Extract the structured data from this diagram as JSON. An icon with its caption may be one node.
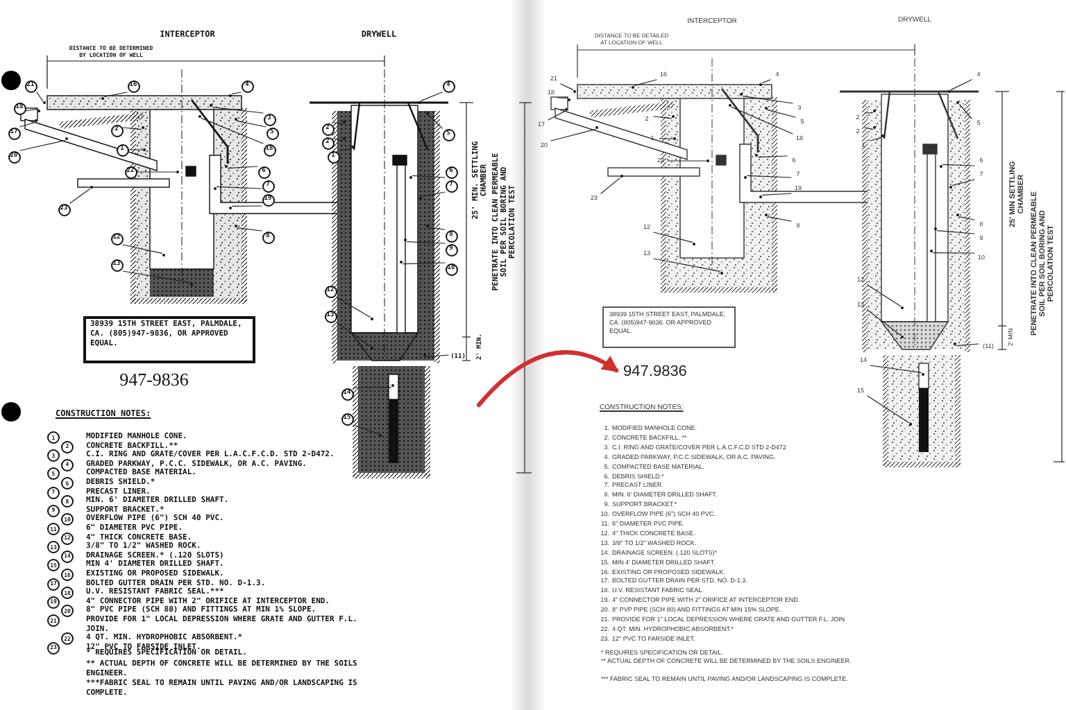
{
  "diagram": {
    "nodes": [
      {
        "text": [
          "21"
        ]
      },
      {
        "text": [
          "18"
        ]
      },
      {
        "text": [
          "17"
        ]
      },
      {
        "text": [
          "16"
        ]
      },
      {
        "text": [
          "4"
        ]
      },
      {
        "text": [
          "20"
        ]
      },
      {
        "text": [
          "2"
        ]
      },
      {
        "text": [
          "1"
        ]
      },
      {
        "text": [
          "3"
        ]
      },
      {
        "text": [
          "5"
        ]
      },
      {
        "text": [
          "18"
        ]
      },
      {
        "text": [
          "22"
        ]
      },
      {
        "text": [
          "6"
        ]
      },
      {
        "text": [
          "7"
        ]
      },
      {
        "text": [
          "19"
        ]
      },
      {
        "text": [
          "8"
        ]
      },
      {
        "text": [
          "12"
        ]
      },
      {
        "text": [
          "13"
        ]
      },
      {
        "text": [
          "23"
        ]
      },
      {
        "text": [
          "4"
        ]
      },
      {
        "text": [
          "2"
        ]
      },
      {
        "text": [
          "2"
        ]
      },
      {
        "text": [
          "1"
        ]
      },
      {
        "text": [
          "5"
        ]
      },
      {
        "text": [
          "6"
        ]
      },
      {
        "text": [
          "7"
        ]
      },
      {
        "text": [
          "8"
        ]
      },
      {
        "text": [
          "9"
        ]
      },
      {
        "text": [
          "10"
        ]
      },
      {
        "text": [
          "12"
        ]
      },
      {
        "text": [
          "13"
        ]
      },
      {
        "text": [
          "(11)"
        ]
      },
      {
        "text": [
          "14"
        ]
      },
      {
        "text": [
          "15"
        ]
      },
      {
        "text": [
          "38939 15TH STREET EAST, PALMDALE, CA. (805)947-9836, OR APPROVED EQUAL."
        ]
      },
      {
        "text": [
          "947-9836"
        ]
      },
      {
        "text": [
          "21"
        ]
      },
      {
        "text": [
          "18"
        ]
      },
      {
        "text": [
          "17"
        ]
      },
      {
        "text": [
          "16"
        ]
      },
      {
        "text": [
          "4"
        ]
      },
      {
        "text": [
          "20"
        ]
      },
      {
        "text": [
          "2"
        ]
      },
      {
        "text": [
          "1"
        ]
      },
      {
        "text": [
          "3"
        ]
      },
      {
        "text": [
          "5"
        ]
      },
      {
        "text": [
          "18"
        ]
      },
      {
        "text": [
          "22"
        ]
      },
      {
        "text": [
          "6"
        ]
      },
      {
        "text": [
          "7"
        ]
      },
      {
        "text": [
          "19"
        ]
      },
      {
        "text": [
          "8"
        ]
      },
      {
        "text": [
          "12"
        ]
      },
      {
        "text": [
          "13"
        ]
      },
      {
        "text": [
          "23"
        ]
      },
      {
        "text": [
          "4"
        ]
      },
      {
        "text": [
          "2"
        ]
      },
      {
        "text": [
          "2"
        ]
      },
      {
        "text": [
          "1"
        ]
      },
      {
        "text": [
          "5"
        ]
      },
      {
        "text": [
          "6"
        ]
      },
      {
        "text": [
          "7"
        ]
      },
      {
        "text": [
          "8"
        ]
      },
      {
        "text": [
          "9"
        ]
      },
      {
        "text": [
          "10"
        ]
      },
      {
        "text": [
          "12"
        ]
      },
      {
        "text": [
          "13"
        ]
      },
      {
        "text": [
          "(11)"
        ]
      },
      {
        "text": [
          "14"
        ]
      },
      {
        "text": [
          "15"
        ]
      },
      {
        "text": [
          "38939 15TH STREET EAST, PALMDALE, CA. (805)947-9836. OR APPROVED EQUAL."
        ]
      },
      {
        "text": [
          "947.9836"
        ]
      },
      {
        "text": [],
        "shape": "circle"
      },
      {
        "text": [],
        "shape": "circle"
      },
      {
        "text": [],
        "shape": "circle"
      },
      {
        "text": [],
        "shape": "circle"
      },
      {
        "text": [],
        "shape": "circle"
      },
      {
        "text": [],
        "shape": "circle"
      },
      {
        "text": [],
        "shape": "circle"
      },
      {
        "text": [],
        "shape": "circle"
      },
      {
        "text": [],
        "shape": "circle"
      },
      {
        "text": [],
        "shape": "circle"
      },
      {
        "text": [],
        "shape": "circle"
      },
      {
        "text": [],
        "shape": "circle"
      },
      {
        "text": [],
        "shape": "circle"
      },
      {
        "text": [],
        "shape": "circle"
      },
      {
        "text": [],
        "shape": "circle"
      },
      {
        "text": [],
        "shape": "circle"
      },
      {
        "text": [],
        "shape": "circle"
      },
      {
        "text": [],
        "shape": "circle"
      },
      {
        "text": [],
        "shape": "circle"
      },
      {
        "text": [],
        "shape": "circle"
      },
      {
        "text": [],
        "shape": "circle"
      },
      {
        "text": [],
        "shape": "circle"
      },
      {
        "text": [],
        "shape": "circle"
      },
      {
        "text": [],
        "shape": "circle"
      },
      {
        "text": [],
        "shape": "circle"
      },
      {
        "text": [],
        "shape": "circle"
      },
      {
        "text": [],
        "shape": "circle"
      },
      {
        "text": [],
        "shape": "circle"
      },
      {
        "text": [],
        "shape": "circle"
      },
      {
        "text": [],
        "shape": "circle"
      },
      {
        "text": [],
        "shape": "circle"
      },
      {
        "text": [],
        "shape": "circle"
      },
      {
        "text": [],
        "shape": "circle"
      },
      {
        "text": [],
        "shape": "circle"
      },
      {
        "text": [],
        "shape": "circle"
      },
      {
        "text": [],
        "shape": "circle"
      },
      {
        "text": [],
        "shape": "circle"
      },
      {
        "text": [],
        "shape": "circle"
      },
      {
        "text": [],
        "shape": "circle"
      },
      {
        "text": [],
        "shape": "circle"
      },
      {
        "text": [],
        "shape": "circle"
      },
      {
        "text": [],
        "shape": "circle"
      },
      {
        "text": [],
        "shape": "circle"
      },
      {
        "text": [],
        "shape": "circle"
      },
      {
        "text": [],
        "shape": "circle"
      },
      {
        "text": [],
        "shape": "circle"
      },
      {
        "text": [],
        "shape": "circle"
      },
      {
        "text": [],
        "shape": "circle"
      },
      {
        "text": [],
        "shape": "circle"
      },
      {
        "text": [],
        "shape": "circle"
      },
      {
        "text": [],
        "shape": "circle"
      },
      {
        "text": [],
        "shape": "circle"
      },
      {
        "text": [],
        "shape": "circle"
      },
      {
        "text": [],
        "shape": "circle"
      },
      {
        "text": [],
        "shape": "circle"
      },
      {
        "text": [],
        "shape": "circle"
      },
      {
        "text": [],
        "shape": "circle"
      },
      {
        "text": [],
        "shape": "circle"
      },
      {
        "text": [],
        "shape": "circle"
      },
      {
        "text": [],
        "shape": "circle"
      },
      {
        "text": [],
        "shape": "circle"
      },
      {
        "text": [],
        "shape": "circle"
      },
      {
        "text": [],
        "shape": "circle"
      },
      {
        "text": [],
        "shape": "circle"
      },
      {
        "text": [],
        "shape": "circle"
      },
      {
        "text": [],
        "shape": "circle"
      },
      {
        "text": [],
        "shape": "circle"
      },
      {
        "text": [],
        "shape": "circle"
      }
    ],
    "edges": [
      {
        "from": 0,
        "to": 72,
        "arrow": "none"
      },
      {
        "from": 1,
        "to": 73,
        "arrow": "none"
      },
      {
        "from": 2,
        "to": 74,
        "arrow": "none"
      },
      {
        "from": 3,
        "to": 75,
        "arrow": "none"
      },
      {
        "from": 4,
        "to": 76,
        "arrow": "none"
      },
      {
        "from": 5,
        "to": 77,
        "arrow": "none"
      },
      {
        "from": 6,
        "to": 78,
        "arrow": "none"
      },
      {
        "from": 7,
        "to": 79,
        "arrow": "none"
      },
      {
        "from": 8,
        "to": 80,
        "arrow": "none"
      },
      {
        "from": 9,
        "to": 81,
        "arrow": "none"
      },
      {
        "from": 10,
        "to": 82,
        "arrow": "none"
      },
      {
        "from": 11,
        "to": 83,
        "arrow": "none"
      },
      {
        "from": 12,
        "to": 84,
        "arrow": "none"
      },
      {
        "from": 13,
        "to": 85,
        "arrow": "none"
      },
      {
        "from": 14,
        "to": 86,
        "arrow": "none"
      },
      {
        "from": 15,
        "to": 87,
        "arrow": "none"
      },
      {
        "from": 16,
        "to": 88,
        "arrow": "none"
      },
      {
        "from": 17,
        "to": 89,
        "arrow": "none"
      },
      {
        "from": 18,
        "to": 90,
        "arrow": "none"
      },
      {
        "from": 19,
        "to": 91,
        "arrow": "none"
      },
      {
        "from": 20,
        "to": 92,
        "arrow": "none"
      },
      {
        "from": 21,
        "to": 93,
        "arrow": "none"
      },
      {
        "from": 22,
        "to": 94,
        "arrow": "none"
      },
      {
        "from": 23,
        "to": 95,
        "arrow": "none"
      },
      {
        "from": 24,
        "to": 96,
        "arrow": "none"
      },
      {
        "from": 25,
        "to": 97,
        "arrow": "none"
      },
      {
        "from": 26,
        "to": 98,
        "arrow": "none"
      },
      {
        "from": 27,
        "to": 99,
        "arrow": "none"
      },
      {
        "from": 28,
        "to": 100,
        "arrow": "none"
      },
      {
        "from": 29,
        "to": 101,
        "arrow": "none"
      },
      {
        "from": 30,
        "to": 102,
        "arrow": "none"
      },
      {
        "from": 31,
        "to": 103,
        "arrow": "none"
      },
      {
        "from": 32,
        "to": 104,
        "arrow": "none"
      },
      {
        "from": 33,
        "to": 105,
        "arrow": "none"
      },
      {
        "from": 36,
        "to": 106,
        "arrow": "none"
      },
      {
        "from": 37,
        "to": 107,
        "arrow": "none"
      },
      {
        "from": 38,
        "to": 108,
        "arrow": "none"
      },
      {
        "from": 39,
        "to": 109,
        "arrow": "none"
      },
      {
        "from": 40,
        "to": 110,
        "arrow": "none"
      },
      {
        "from": 41,
        "to": 111,
        "arrow": "none"
      },
      {
        "from": 42,
        "to": 112,
        "arrow": "none"
      },
      {
        "from": 43,
        "to": 113,
        "arrow": "none"
      },
      {
        "from": 44,
        "to": 114,
        "arrow": "none"
      },
      {
        "from": 45,
        "to": 115,
        "arrow": "none"
      },
      {
        "from": 46,
        "to": 116,
        "arrow": "none"
      },
      {
        "from": 47,
        "to": 117,
        "arrow": "none"
      },
      {
        "from": 48,
        "to": 118,
        "arrow": "none"
      },
      {
        "from": 49,
        "to": 119,
        "arrow": "none"
      },
      {
        "from": 50,
        "to": 120,
        "arrow": "none"
      },
      {
        "from": 51,
        "to": 121,
        "arrow": "none"
      },
      {
        "from": 52,
        "to": 122,
        "arrow": "none"
      },
      {
        "from": 53,
        "to": 123,
        "arrow": "none"
      },
      {
        "from": 54,
        "to": 124,
        "arrow": "none"
      },
      {
        "from": 55,
        "to": 125,
        "arrow": "none"
      },
      {
        "from": 56,
        "to": 126,
        "arrow": "none"
      },
      {
        "from": 57,
        "to": 127,
        "arrow": "none"
      },
      {
        "from": 58,
        "to": 128,
        "arrow": "none"
      },
      {
        "from": 59,
        "to": 129,
        "arrow": "none"
      },
      {
        "from": 60,
        "to": 130,
        "arrow": "none"
      },
      {
        "from": 61,
        "to": 131,
        "arrow": "none"
      },
      {
        "from": 62,
        "to": 132,
        "arrow": "none"
      },
      {
        "from": 63,
        "to": 133,
        "arrow": "none"
      },
      {
        "from": 64,
        "to": 134,
        "arrow": "none"
      },
      {
        "from": 65,
        "to": 135,
        "arrow": "none"
      },
      {
        "from": 66,
        "to": 136,
        "arrow": "none"
      },
      {
        "from": 67,
        "to": 137,
        "arrow": "none"
      },
      {
        "from": 68,
        "to": 138,
        "arrow": "none"
      },
      {
        "from": 69,
        "to": 139,
        "arrow": "none"
      },
      {
        "from": null,
        "to": 71,
        "arrow": "to",
        "style": "thick",
        "color": "#d32f2f"
      }
    ],
    "labels": [
      "INTERCEPTOR",
      "DRYWELL",
      "DISTANCE TO BE DETERMINED BY LOCATION OF WELL",
      "25' MIN. SETTLING CHAMBER",
      "PENETRATE INTO CLEAN PERMEABLE SOIL PER SOIL BORING AND PERCOLATION TEST",
      "2' MIN.",
      "CONSTRUCTION NOTES:",
      "1",
      "MODIFIED MANHOLE CONE.",
      "2",
      "CONCRETE BACKFILL.**",
      "3",
      "C.I. RING AND GRATE/COVER PER L.A.C.F.C.D. STD 2-D472.",
      "4",
      "GRADED PARKWAY, P.C.C. SIDEWALK, OR A.C. PAVING.",
      "5",
      "COMPACTED BASE MATERIAL.",
      "6",
      "DEBRIS SHIELD.*",
      "7",
      "PRECAST LINER.",
      "8",
      "MIN. 6' DIAMETER DRILLED SHAFT.",
      "9",
      "SUPPORT BRACKET.*",
      "10",
      "OVERFLOW PIPE (6\") SCH 40 PVC.",
      "11",
      "6\" DIAMETER PVC PIPE.",
      "12",
      "4\" THICK CONCRETE BASE.",
      "13",
      "3/8\" TO 1/2\" WASHED ROCK.",
      "14",
      "DRAINAGE SCREEN.* (.120 SLOTS)",
      "15",
      "MIN 4' DIAMETER DRILLED SHAFT.",
      "16",
      "EXISTING OR PROPOSED SIDEWALK.",
      "17",
      "BOLTED GUTTER DRAIN PER STD. NO. D-1.3.",
      "18",
      "U.V. RESISTANT FABRIC SEAL.***",
      "19",
      "4\" CONNECTOR PIPE WITH 2\" ORIFICE AT INTERCEPTOR END.",
      "20",
      "8\" PVC PIPE (SCH 80) AND FITTINGS AT MIN 1% SLOPE.",
      "21",
      "PROVIDE FOR 1\" LOCAL DEPRESSION WHERE GRATE AND GUTTER F.L. JOIN.",
      "22",
      "4 QT. MIN. HYDROPHOBIC ABSORBENT.*",
      "23",
      "12\" PVC TO FARSIDE INLET.",
      "* REQUIRES SPECIFICATION OR DETAIL.",
      "** ACTUAL DEPTH OF CONCRETE WILL BE DETERMINED BY THE SOILS ENGINEER.",
      "***FABRIC SEAL TO REMAIN UNTIL PAVING AND/OR LANDSCAPING IS COMPLETE.",
      "INTERCEPTOR",
      "DRYWELL",
      "DISTANCE TO BE DETAILED AT LOCATION OF WELL",
      "25' MIN SETTLING CHAMBER",
      "PENETRATE INTO CLEAN PERMEABLE SOIL PER SOIL BORING AND PERCOLATION TEST",
      "2' MIN",
      "CONSTRUCTION NOTES:",
      "1.",
      "MODIFIED MANHOLE CONE.",
      "2.",
      "CONCRETE BACKFILL. **",
      "3.",
      "C.I. RING AND GRATE/COVER PER L.A.C.F.C.D STD 2-D472",
      "4.",
      "GRADED PARKWAY, P.C.C SIDEWALK, OR A.C. PAVING.",
      "5.",
      "COMPACTED BASE MATERIAL.",
      "6.",
      "DEBRIS SHIELD.*",
      "7.",
      "PRECAST LINER.",
      "8.",
      "MIN. 6' DIAMETER DRILLED SHAFT.",
      "9.",
      "SUPPORT BRACKET.*",
      "10.",
      "OVERFLOW PIPE (6\") SCH 40 PVC.",
      "11.",
      "6\" DIAMETER PVC PIPE.",
      "12.",
      "4\" THICK CONCRETE BASE.",
      "13.",
      "3/8\" TO 1/2\" WASHED ROCK.",
      "14.",
      "DRAINAGE SCREEN. (.120 SLOTS)*",
      "15.",
      "MIN 4' DIAMETER DRILLED SHAFT.",
      "16.",
      "EXISTING OR PROPOSED SIDEWALK.",
      "17.",
      "BOLTED GUTTER DRAIN PER STD. NO. D-1.3.",
      "18.",
      "U.V. RESISTANT FABRIC SEAL.",
      "19.",
      "4\" CONNECTOR PIPE WITH 2\" ORIFICE AT INTERCEPTOR END.",
      "20.",
      "8\" PVP PIPE (SCH 80) AND FITTINGS AT MIN 15% SLOPE.",
      "21.",
      "PROVIDE FOR 1\" LOCAL DEPRESSION WHERE GRATE AND GUTTER F.L. JOIN",
      "22.",
      "4 QT. MIN. HYDROPHOBIC ABSORBENT.*",
      "23.",
      "12\" PVC TO FARSIDE INLET.",
      "* REQUIRES SPECIFICATION OR DETAIL.",
      "** ACTUAL DEPTH OF CONCRETE WILL BE DETERMINED BY THE SOILS ENGINEER.",
      "*** FABRIC SEAL TO REMAIN UNTIL PAVING AND/OR LANDSCAPING IS COMPLETE."
    ]
  }
}
